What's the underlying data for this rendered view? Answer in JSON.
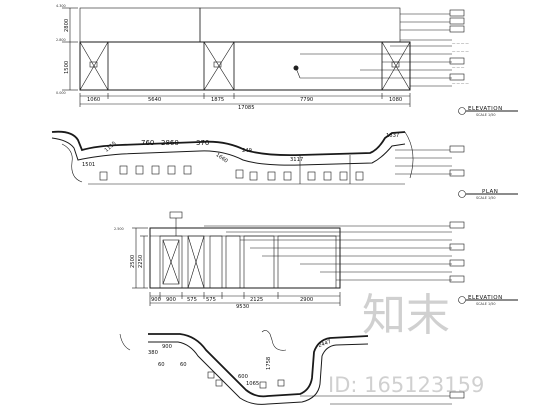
{
  "elevation_1": {
    "title": "ELEVATION",
    "scale": "SCALE 1/50",
    "v_levels": [
      "4.300",
      "2.800",
      "0.000"
    ],
    "v_dims": [
      "2800",
      "1500"
    ],
    "h_dims": [
      "1060",
      "5640",
      "1875",
      "7790",
      "1080"
    ],
    "total": "17085",
    "tags": [
      "",
      "",
      "",
      "",
      "",
      "",
      "",
      "",
      ""
    ]
  },
  "plan_1": {
    "title": "PLAN",
    "scale": "SCALE 1/50",
    "dims": [
      "1501",
      "1115",
      "760",
      "2860",
      "370",
      "1660",
      "249",
      "3117",
      "1837"
    ]
  },
  "elevation_2": {
    "title": "ELEVATION",
    "scale": "SCALE 1/50",
    "v_levels": [
      "2.500"
    ],
    "v_dims": [
      "2500",
      "2250"
    ],
    "h_dims": [
      "900",
      "900",
      "575",
      "575",
      "2125",
      "2900"
    ],
    "total": "9530"
  },
  "plan_2": {
    "title": "PLAN",
    "dims": [
      "380",
      "900",
      "60",
      "60",
      "1758",
      "2447",
      "600",
      "1065"
    ]
  },
  "watermark": {
    "logo": "知末",
    "id": "ID: 165123159"
  },
  "colors": {
    "ink": "#1a1a1a",
    "watermark": "#9a9a9a"
  }
}
